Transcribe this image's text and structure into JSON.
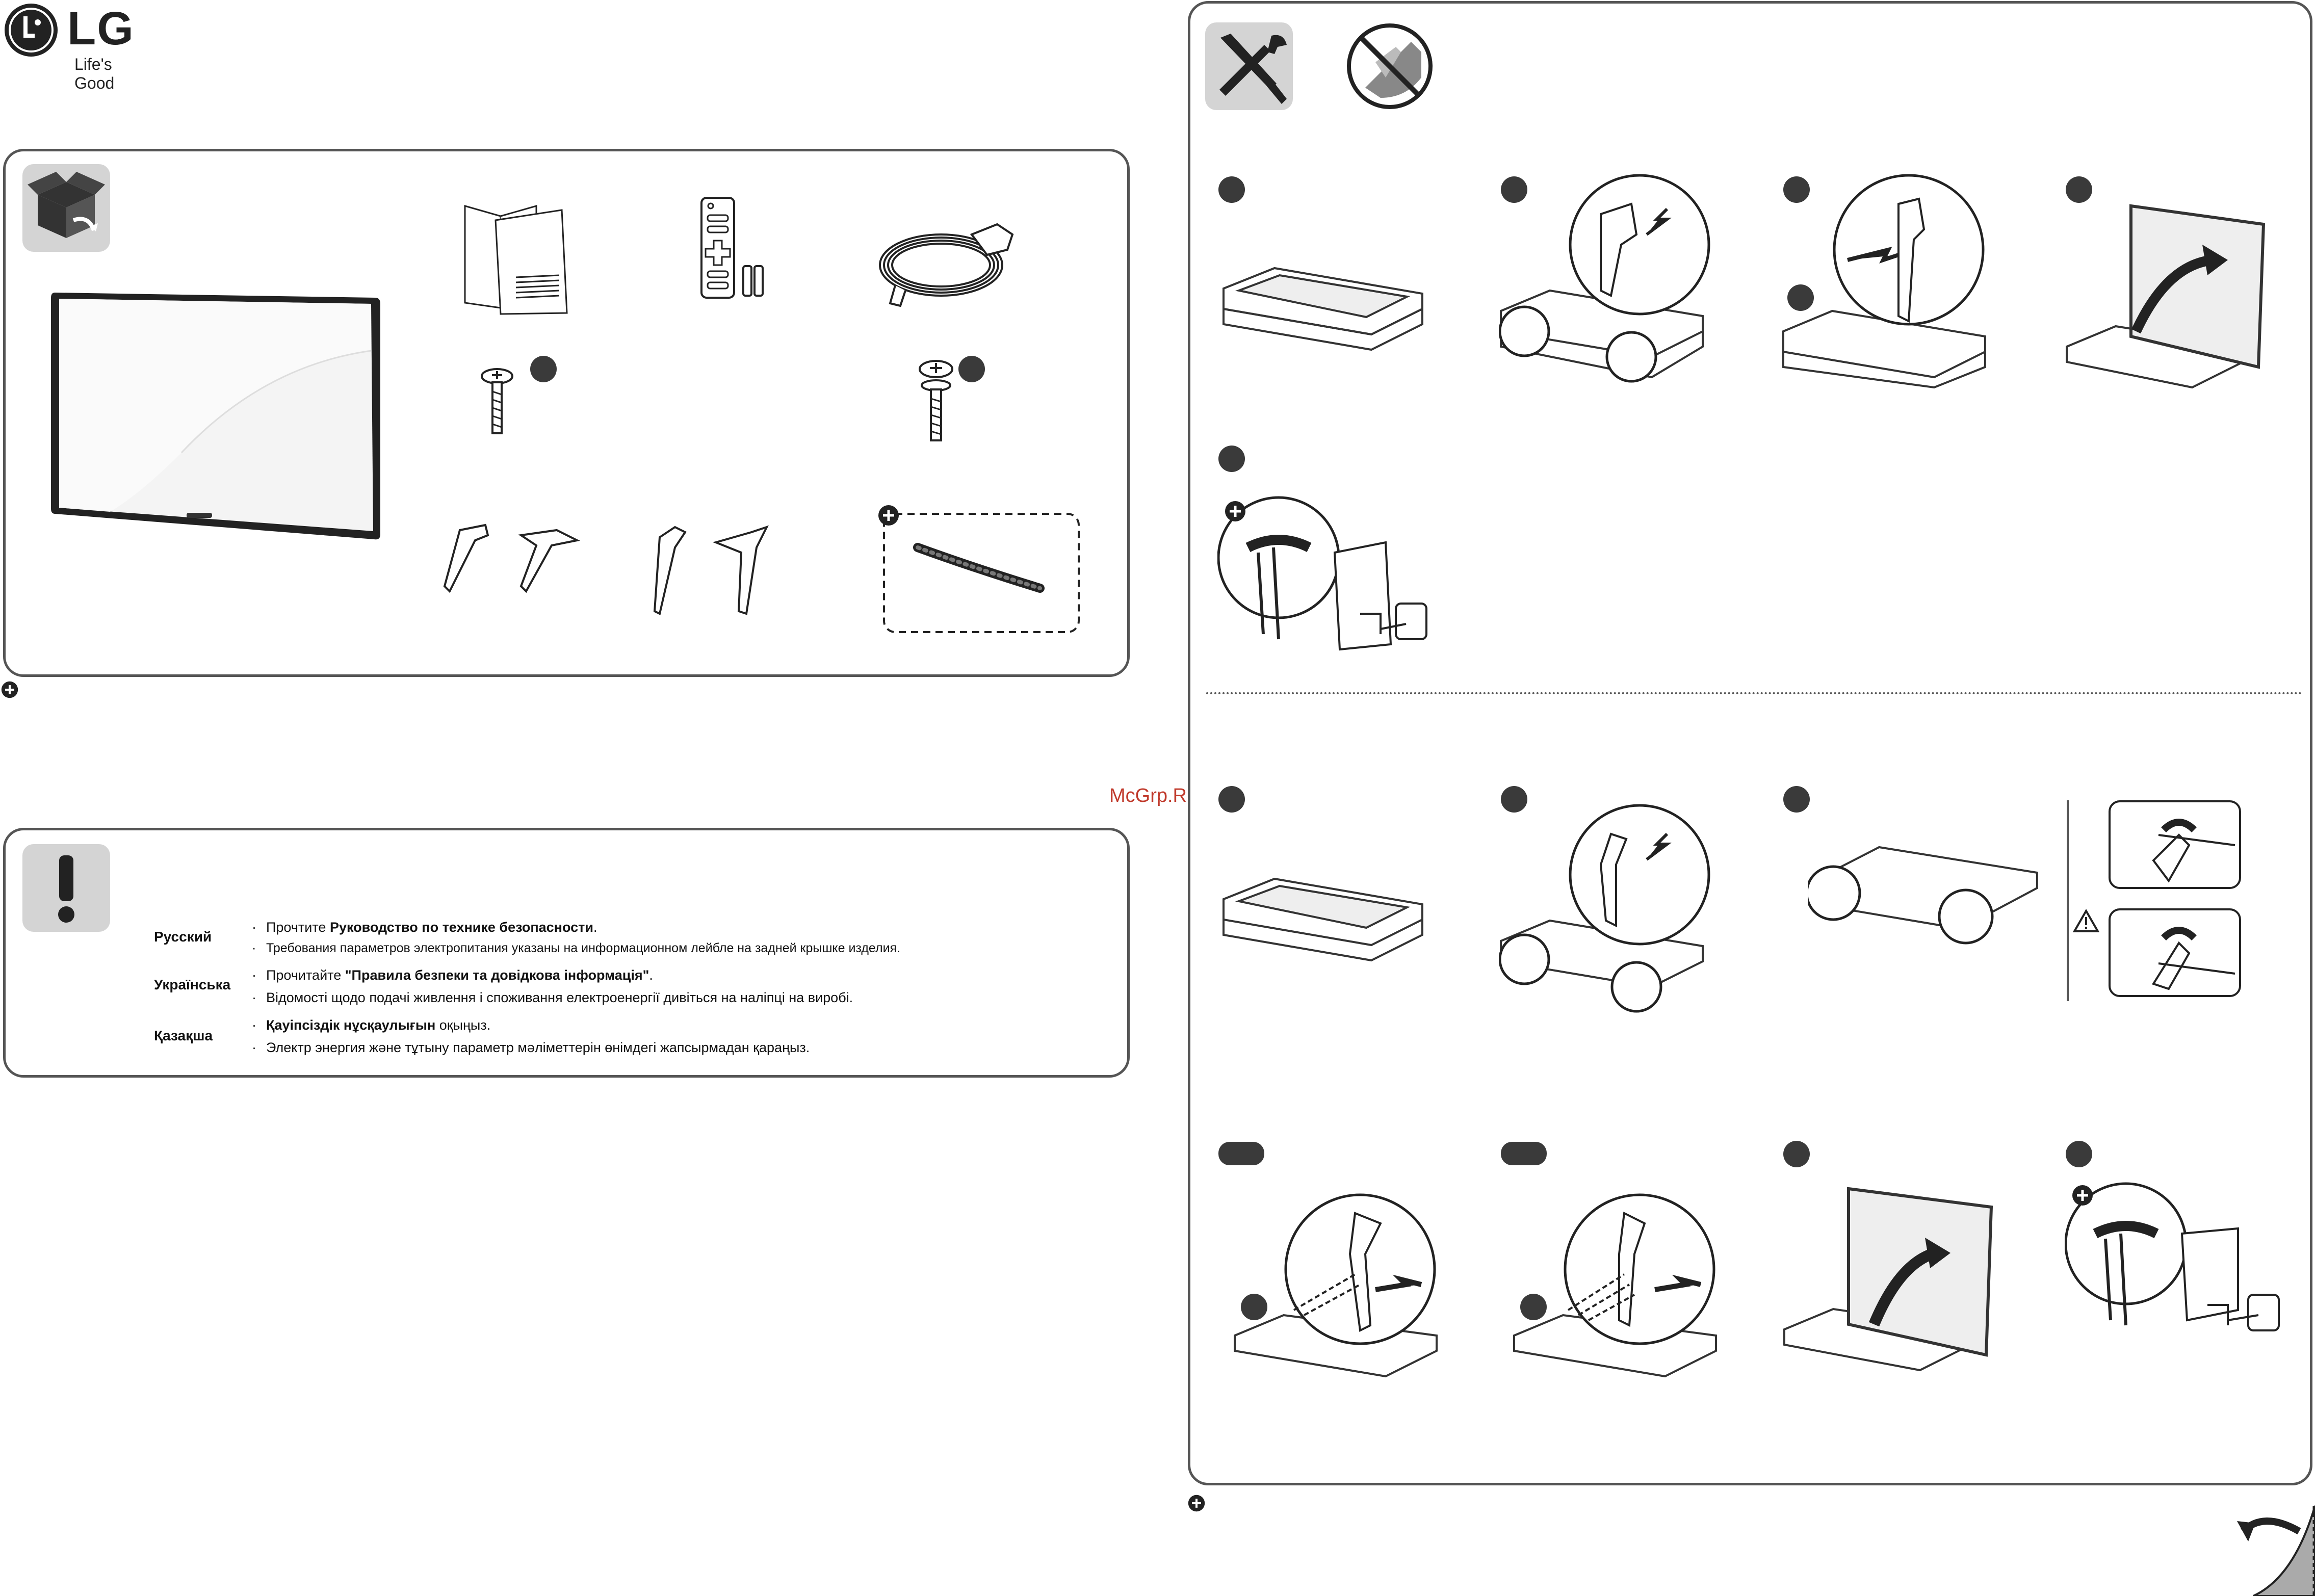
{
  "brand": {
    "logo_text": "LG",
    "tagline": "Life's Good"
  },
  "watermark": "McGrp.Ru",
  "safety": {
    "rows": [
      {
        "language": "Русский",
        "lines": [
          {
            "prefix": "Прочтите ",
            "bold": "Руководство по технике безопасности",
            "suffix": "."
          },
          {
            "prefix": "Требования параметров электропитания указаны на информационном лейбле на задней крышке изделия.",
            "bold": "",
            "suffix": ""
          }
        ]
      },
      {
        "language": "Українська",
        "lines": [
          {
            "prefix": "Прочитайте ",
            "bold": "\"Правила безпеки та довідкова інформація\"",
            "suffix": "."
          },
          {
            "prefix": "Відомості щодо подачі живлення і споживання електроенергії дивіться на наліпці на виробі.",
            "bold": "",
            "suffix": ""
          }
        ]
      },
      {
        "language": "Қазақша",
        "lines": [
          {
            "prefix": "",
            "bold": "Қауіпсіздік нұсқаулығын",
            "suffix": " оқыңыз."
          },
          {
            "prefix": "Электр энергия және тұтыну параметр мәліметтерін өнімдегі жапсырмадан қараңыз.",
            "bold": "",
            "suffix": ""
          }
        ]
      }
    ]
  },
  "icons": {
    "box": "box-unpack-icon",
    "tools": "tools-icon",
    "no_surface": "no-hard-surface-icon",
    "warning": "exclamation-icon",
    "plus": "plus-circle-icon",
    "lock": "lock-icon",
    "unlock": "unlock-icon",
    "caution": "warning-triangle-icon",
    "page_turn": "page-turn-icon"
  }
}
